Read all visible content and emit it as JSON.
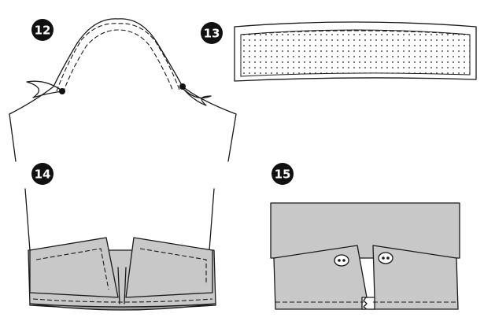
{
  "steps": [
    {
      "number": "12"
    },
    {
      "number": "13"
    },
    {
      "number": "14"
    },
    {
      "number": "15"
    }
  ],
  "colors": {
    "badge": "#111111",
    "fabric_fill": "#c8c8c8",
    "line": "#1a1a1a",
    "background": "#ffffff"
  }
}
